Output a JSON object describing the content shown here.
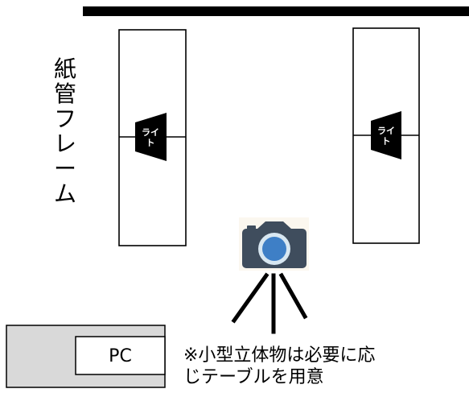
{
  "frame_label": {
    "text": "紙管フレーム",
    "chars": [
      "紙",
      "管",
      "フ",
      "レ",
      "ー",
      "ム"
    ]
  },
  "left_light": {
    "label_line1": "ライ",
    "label_line2": "ト"
  },
  "right_light": {
    "label_line1": "ライ",
    "label_line2": "ト"
  },
  "pc_label": "PC",
  "note": {
    "line1": "※小型立体物は必要に応",
    "line2": "じテーブルを用意"
  },
  "icons": {
    "camera": "camera-icon",
    "tripod": "tripod-icon"
  },
  "colors": {
    "frame_line": "#000000",
    "top_bar": "#000000",
    "light_fill": "#000000",
    "light_text": "#ffffff",
    "camera_body": "#3f4d5d",
    "camera_lens_ring": "#d8e7f1",
    "camera_lens": "#3e7fc6",
    "camera_bg": "#fbf7ef",
    "table_fill": "#d9d9d9",
    "pc_fill": "#ffffff",
    "text": "#000000"
  }
}
